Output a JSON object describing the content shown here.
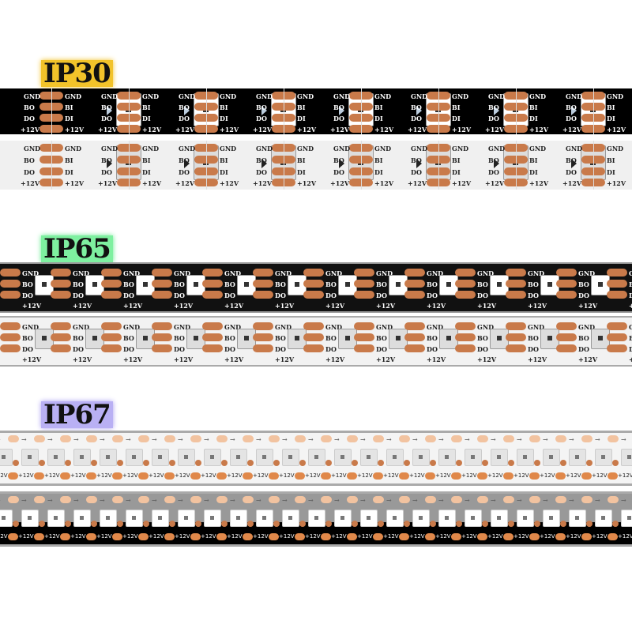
{
  "sections": [
    {
      "label": "IP30",
      "glow": "#f2c32a"
    },
    {
      "label": "IP65",
      "glow": "#5ee88a"
    },
    {
      "label": "IP67",
      "glow": "#a99df0"
    }
  ],
  "pins": {
    "left": [
      "GND",
      "BO",
      "DO",
      "+12V"
    ],
    "right": [
      "GND",
      "BI",
      "DI",
      "+12V"
    ],
    "power": "+12V"
  },
  "colors": {
    "pad": "#c97a4a",
    "pad_light": "#f2c3a0",
    "black_pcb": "#000000",
    "white_pcb": "#f0f0f0"
  }
}
